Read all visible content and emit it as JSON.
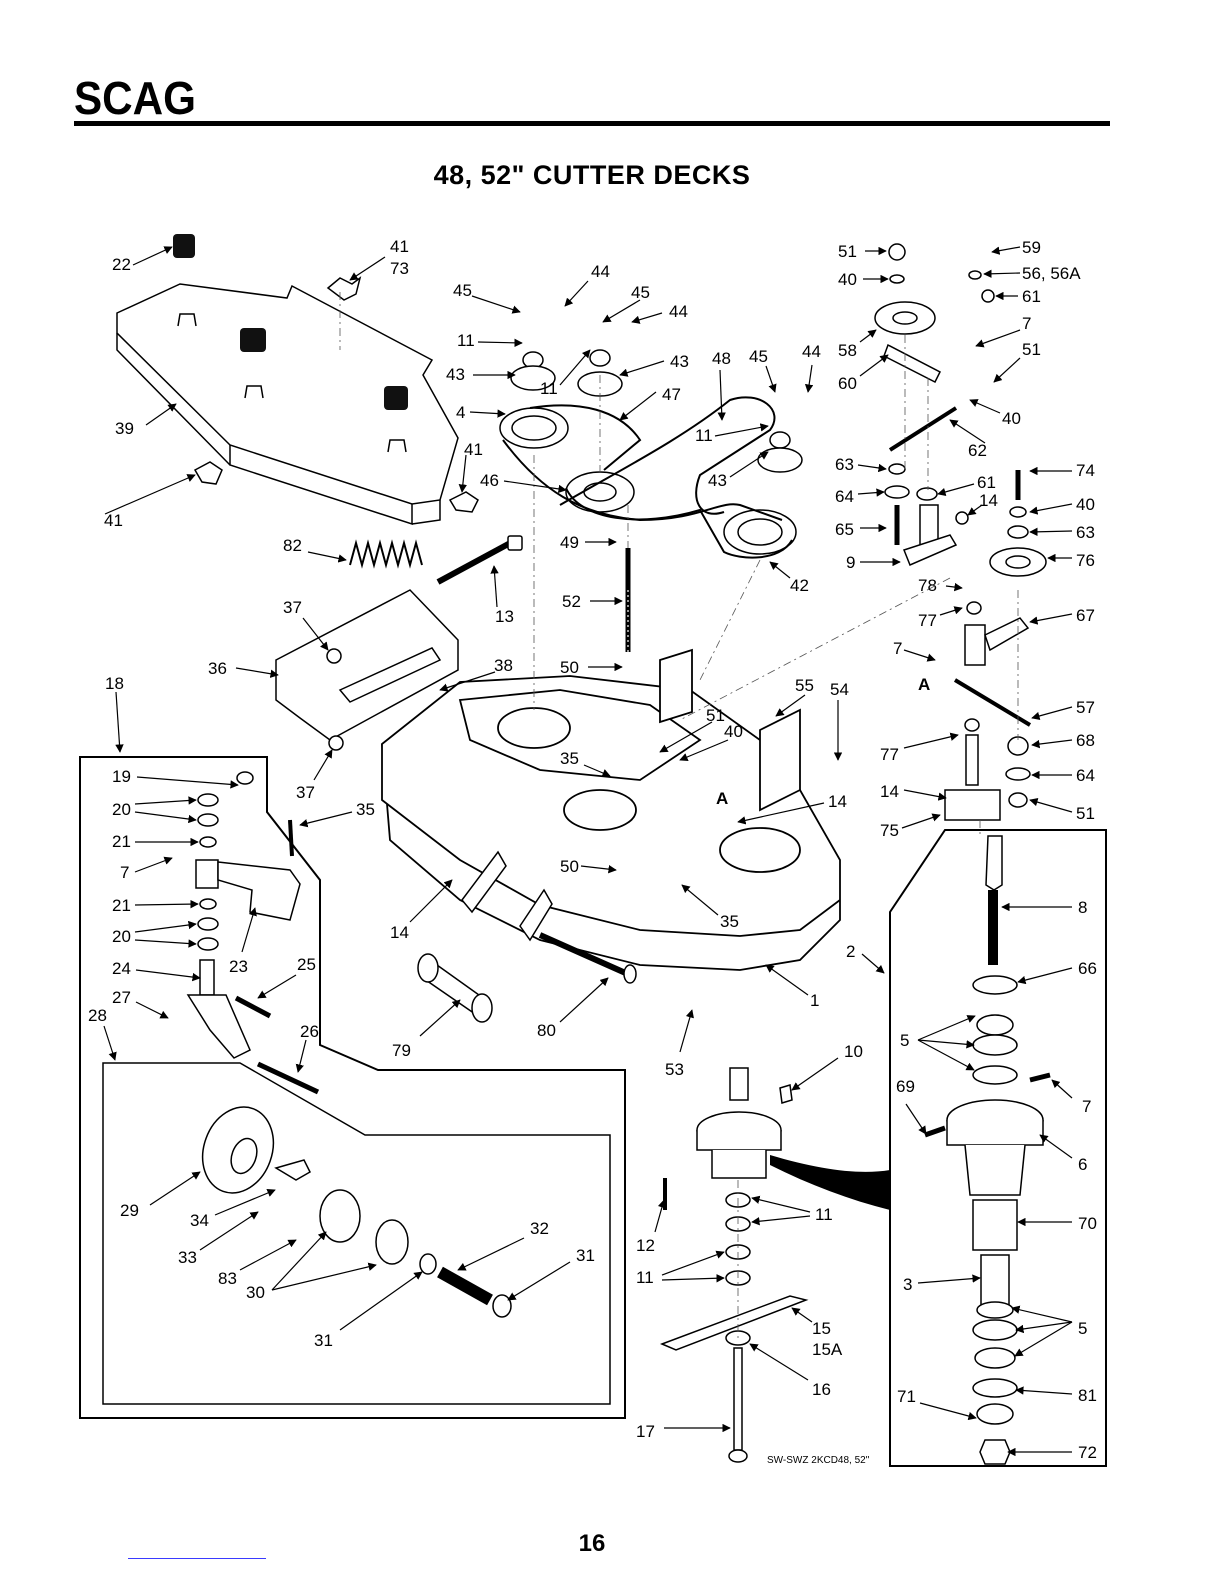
{
  "header": {
    "brand": "SCAG",
    "title": "48, 52\" CUTTER DECKS"
  },
  "callouts": [
    {
      "id": "c22",
      "text": "22"
    },
    {
      "id": "c41a",
      "text": "41"
    },
    {
      "id": "c73",
      "text": "73"
    },
    {
      "id": "c39",
      "text": "39"
    },
    {
      "id": "c41b",
      "text": "41"
    },
    {
      "id": "c41c",
      "text": "41"
    },
    {
      "id": "c45a",
      "text": "45"
    },
    {
      "id": "c44a",
      "text": "44"
    },
    {
      "id": "c45b",
      "text": "45"
    },
    {
      "id": "c44b",
      "text": "44"
    },
    {
      "id": "c11a",
      "text": "11"
    },
    {
      "id": "c43a",
      "text": "43"
    },
    {
      "id": "c11b",
      "text": "11"
    },
    {
      "id": "c43b",
      "text": "43"
    },
    {
      "id": "c48",
      "text": "48"
    },
    {
      "id": "c45c",
      "text": "45"
    },
    {
      "id": "c44c",
      "text": "44"
    },
    {
      "id": "c4",
      "text": "4"
    },
    {
      "id": "c47",
      "text": "47"
    },
    {
      "id": "c11c",
      "text": "11"
    },
    {
      "id": "c46",
      "text": "46"
    },
    {
      "id": "c43c",
      "text": "43"
    },
    {
      "id": "c42",
      "text": "42"
    },
    {
      "id": "c49",
      "text": "49"
    },
    {
      "id": "c52",
      "text": "52"
    },
    {
      "id": "c82",
      "text": "82"
    },
    {
      "id": "c13",
      "text": "13"
    },
    {
      "id": "c37a",
      "text": "37"
    },
    {
      "id": "c36",
      "text": "36"
    },
    {
      "id": "c38",
      "text": "38"
    },
    {
      "id": "c50a",
      "text": "50"
    },
    {
      "id": "c18",
      "text": "18"
    },
    {
      "id": "c37b",
      "text": "37"
    },
    {
      "id": "c35a",
      "text": "35"
    },
    {
      "id": "c35b",
      "text": "35"
    },
    {
      "id": "c51a",
      "text": "51"
    },
    {
      "id": "c40a",
      "text": "40"
    },
    {
      "id": "c55",
      "text": "55"
    },
    {
      "id": "c54",
      "text": "54"
    },
    {
      "id": "cA1",
      "text": "A"
    },
    {
      "id": "c14a",
      "text": "14"
    },
    {
      "id": "c50b",
      "text": "50"
    },
    {
      "id": "c35c",
      "text": "35"
    },
    {
      "id": "c14b",
      "text": "14"
    },
    {
      "id": "c1",
      "text": "1"
    },
    {
      "id": "c2",
      "text": "2"
    },
    {
      "id": "c79",
      "text": "79"
    },
    {
      "id": "c80",
      "text": "80"
    },
    {
      "id": "c53",
      "text": "53"
    },
    {
      "id": "c19",
      "text": "19"
    },
    {
      "id": "c20a",
      "text": "20"
    },
    {
      "id": "c21a",
      "text": "21"
    },
    {
      "id": "c7a",
      "text": "7"
    },
    {
      "id": "c21b",
      "text": "21"
    },
    {
      "id": "c20b",
      "text": "20"
    },
    {
      "id": "c23",
      "text": "23"
    },
    {
      "id": "c24",
      "text": "24"
    },
    {
      "id": "c25",
      "text": "25"
    },
    {
      "id": "c27",
      "text": "27"
    },
    {
      "id": "c28",
      "text": "28"
    },
    {
      "id": "c26",
      "text": "26"
    },
    {
      "id": "c29",
      "text": "29"
    },
    {
      "id": "c34",
      "text": "34"
    },
    {
      "id": "c33",
      "text": "33"
    },
    {
      "id": "c83",
      "text": "83"
    },
    {
      "id": "c30",
      "text": "30"
    },
    {
      "id": "c32",
      "text": "32"
    },
    {
      "id": "c31a",
      "text": "31"
    },
    {
      "id": "c31b",
      "text": "31"
    },
    {
      "id": "c10",
      "text": "10"
    },
    {
      "id": "c12",
      "text": "12"
    },
    {
      "id": "c11d",
      "text": "11"
    },
    {
      "id": "c11e",
      "text": "11"
    },
    {
      "id": "c15",
      "text": "15"
    },
    {
      "id": "c15A",
      "text": "15A"
    },
    {
      "id": "c16",
      "text": "16"
    },
    {
      "id": "c17",
      "text": "17"
    },
    {
      "id": "c51b",
      "text": "51"
    },
    {
      "id": "c40b",
      "text": "40"
    },
    {
      "id": "c59",
      "text": "59"
    },
    {
      "id": "c56",
      "text": "56, 56A"
    },
    {
      "id": "c61a",
      "text": "61"
    },
    {
      "id": "c7b",
      "text": "7"
    },
    {
      "id": "c58",
      "text": "58"
    },
    {
      "id": "c60",
      "text": "60"
    },
    {
      "id": "c51c",
      "text": "51"
    },
    {
      "id": "c40c",
      "text": "40"
    },
    {
      "id": "c62",
      "text": "62"
    },
    {
      "id": "c63a",
      "text": "63"
    },
    {
      "id": "c64a",
      "text": "64"
    },
    {
      "id": "c61b",
      "text": "61"
    },
    {
      "id": "c14c",
      "text": "14"
    },
    {
      "id": "c65",
      "text": "65"
    },
    {
      "id": "c9",
      "text": "9"
    },
    {
      "id": "c74",
      "text": "74"
    },
    {
      "id": "c40d",
      "text": "40"
    },
    {
      "id": "c63b",
      "text": "63"
    },
    {
      "id": "c76",
      "text": "76"
    },
    {
      "id": "c78",
      "text": "78"
    },
    {
      "id": "c77a",
      "text": "77"
    },
    {
      "id": "c67",
      "text": "67"
    },
    {
      "id": "c7c",
      "text": "7"
    },
    {
      "id": "cA2",
      "text": "A"
    },
    {
      "id": "c57",
      "text": "57"
    },
    {
      "id": "c77b",
      "text": "77"
    },
    {
      "id": "c68",
      "text": "68"
    },
    {
      "id": "c14d",
      "text": "14"
    },
    {
      "id": "c64b",
      "text": "64"
    },
    {
      "id": "c75",
      "text": "75"
    },
    {
      "id": "c51d",
      "text": "51"
    },
    {
      "id": "c8",
      "text": "8"
    },
    {
      "id": "c66",
      "text": "66"
    },
    {
      "id": "c5a",
      "text": "5"
    },
    {
      "id": "c69",
      "text": "69"
    },
    {
      "id": "c7d",
      "text": "7"
    },
    {
      "id": "c6",
      "text": "6"
    },
    {
      "id": "c70",
      "text": "70"
    },
    {
      "id": "c3",
      "text": "3"
    },
    {
      "id": "c5b",
      "text": "5"
    },
    {
      "id": "c71",
      "text": "71"
    },
    {
      "id": "c81",
      "text": "81"
    },
    {
      "id": "c72",
      "text": "72"
    }
  ],
  "drawing_code": "SW-SWZ 2KCD48, 52\"",
  "footer": {
    "page_number": "16"
  }
}
